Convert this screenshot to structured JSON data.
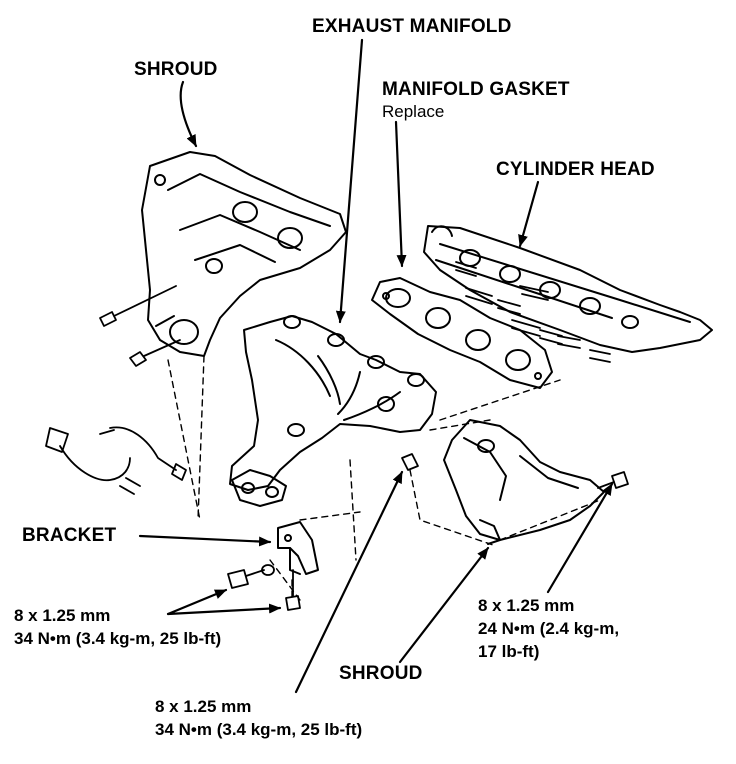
{
  "labels": {
    "exhaust_manifold": "EXHAUST MANIFOLD",
    "shroud_top": "SHROUD",
    "manifold_gasket": "MANIFOLD GASKET",
    "manifold_gasket_note": "Replace",
    "cylinder_head": "CYLINDER HEAD",
    "bracket": "BRACKET",
    "shroud_bottom": "SHROUD"
  },
  "specs": {
    "left": {
      "size": "8 x 1.25 mm",
      "torque": "34 N•m (3.4 kg-m, 25 lb-ft)"
    },
    "right": {
      "size": "8 x 1.25 mm",
      "torque_line1": "24 N•m (2.4 kg-m,",
      "torque_line2": "17 lb-ft)"
    },
    "bottom": {
      "size": "8 x 1.25 mm",
      "torque": "34 N•m (3.4 kg-m, 25 lb-ft)"
    }
  }
}
